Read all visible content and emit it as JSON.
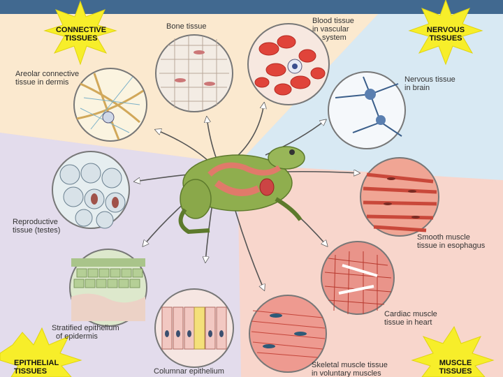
{
  "categories": {
    "connective": {
      "line1": "CONNECTIVE",
      "line2": "TISSUES"
    },
    "nervous": {
      "line1": "NERVOUS",
      "line2": "TISSUES"
    },
    "epithelial": {
      "line1": "EPITHELIAL",
      "line2": "TISSUES"
    },
    "muscle": {
      "line1": "MUSCLE",
      "line2": "TISSUES"
    }
  },
  "tissues": {
    "bone": {
      "line1": "Bone tissue"
    },
    "blood": {
      "line1": "Blood tissue",
      "line2": "in vascular",
      "line3": "system"
    },
    "areolar": {
      "line1": "Areolar connective",
      "line2": "tissue in dermis"
    },
    "nervous": {
      "line1": "Nervous tissue",
      "line2": "in brain"
    },
    "reproductive": {
      "line1": "Reproductive",
      "line2": "tissue (testes)"
    },
    "smooth": {
      "line1": "Smooth muscle",
      "line2": "tissue in esophagus"
    },
    "cardiac": {
      "line1": "Cardiac muscle",
      "line2": "tissue in heart"
    },
    "stratified": {
      "line1": "Stratified epithelium",
      "line2": "of epidermis"
    },
    "columnar": {
      "line1": "Columnar epithelium"
    },
    "skeletal": {
      "line1": "Skeletal muscle tissue",
      "line2": "in voluntary muscles"
    }
  },
  "colors": {
    "connective_bg": "#fbe9cf",
    "nervous_bg": "#d8e9f3",
    "epithelial_bg": "#e3dcec",
    "muscle_bg": "#f8d6cc",
    "star": "#f7ee2a",
    "top_bar": "#416990"
  }
}
